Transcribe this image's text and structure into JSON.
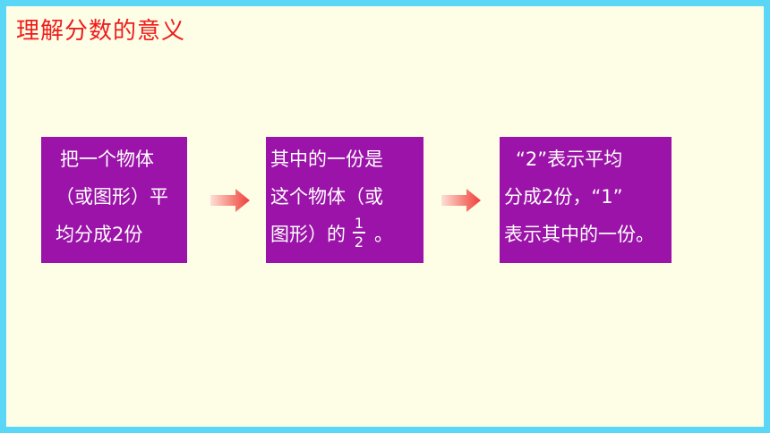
{
  "title": "理解分数的意义",
  "boxes": [
    {
      "lines": [
        "把一个物体",
        "（或图形）平",
        "均分成2份"
      ]
    },
    {
      "lines": [
        "其中的一份是",
        "这个物体（或",
        "图形）的"
      ],
      "fraction": {
        "numerator": "1",
        "denominator": "2"
      },
      "suffix": "。"
    },
    {
      "lines": [
        "“2”表示平均",
        "分成2份，“1”",
        "表示其中的一份。"
      ]
    }
  ],
  "colors": {
    "border": "#5ad7f7",
    "background": "#fefee6",
    "title": "#ee1c1c",
    "box": "#9b13a8",
    "arrow": "#f0504a"
  },
  "icons": [
    "right-arrow-icon",
    "right-arrow-icon"
  ]
}
